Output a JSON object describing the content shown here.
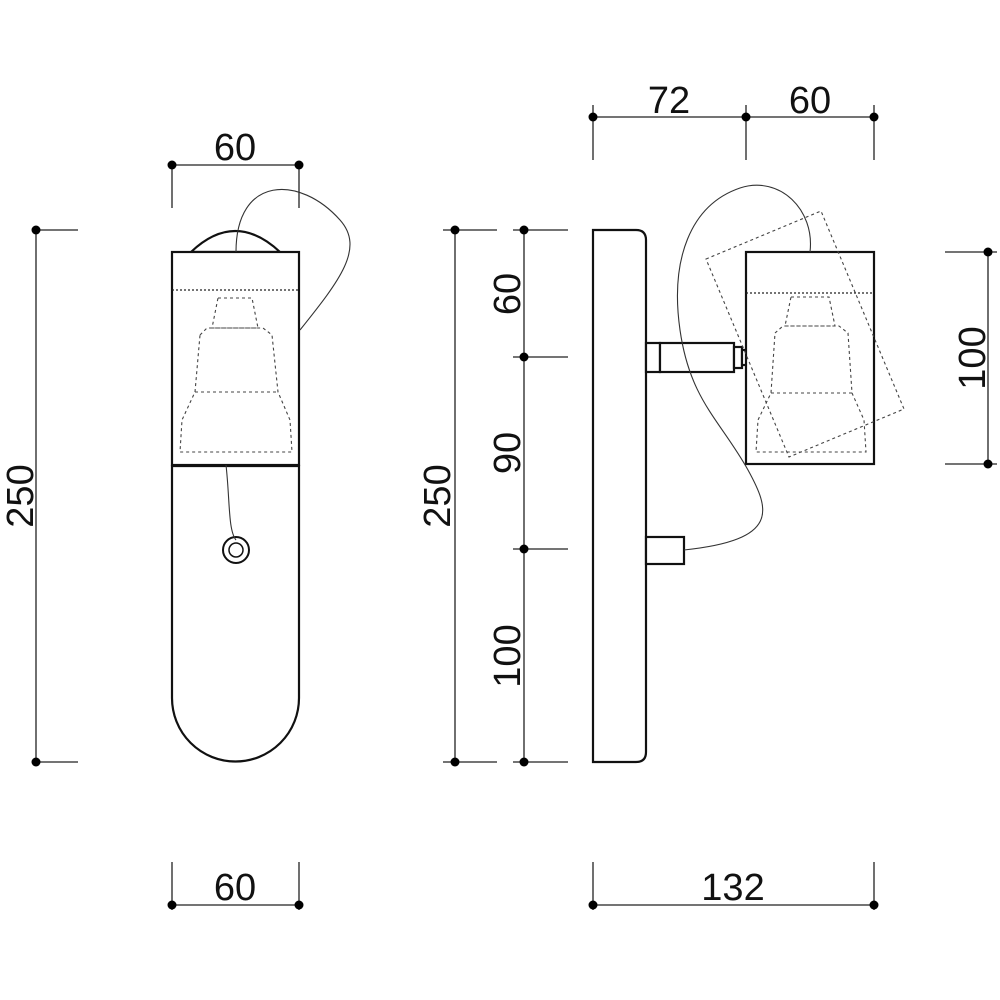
{
  "dimensions": {
    "front_top_width": "60",
    "front_bottom_width": "60",
    "front_height": "250",
    "side_height": "250",
    "side_seg_top": "60",
    "side_seg_mid": "90",
    "side_seg_bottom": "100",
    "side_arm_length": "72",
    "side_head_width": "60",
    "side_head_height": "100",
    "side_total_depth": "132"
  }
}
